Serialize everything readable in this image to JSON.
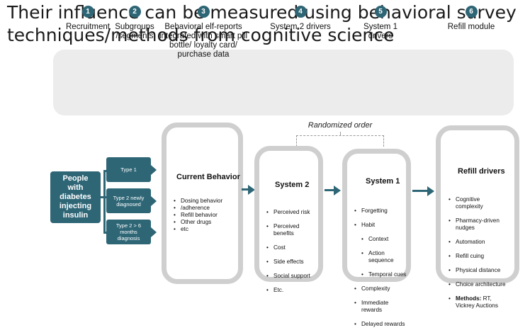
{
  "title": {
    "line1": "Their influence can be measured using behavioral survey",
    "line2": "techniques/methods from cognitive science"
  },
  "steps": [
    {
      "num": "1",
      "label": "Recruitment"
    },
    {
      "num": "2",
      "label": "Subgroups\n/segments"
    },
    {
      "num": "3",
      "label": "Behavioral elf-reports\nintegrated with smart pill\nbottle/ loyalty card/\npurchase data"
    },
    {
      "num": "4",
      "label": "System 2 drivers"
    },
    {
      "num": "5",
      "label": "System 1\ndrivers"
    },
    {
      "num": "6",
      "label": "Refill module"
    }
  ],
  "people_box": "People\nwith\ndiabetes\ninjecting\ninsulin",
  "types": [
    "Type 1",
    "Type 2 newly\ndiagnosed",
    "Type 2 > 6\nmonths\ndiagnosis"
  ],
  "current_behavior": {
    "title": "Current Behavior",
    "items": [
      "Dosing behavior",
      "/adherence",
      "Refill behavior",
      "Other drugs",
      "etc"
    ]
  },
  "randomized_label": "Randomized order",
  "system2": {
    "title": "System 2",
    "items": [
      "Perceived risk",
      "Perceived\nbenefits",
      "Cost",
      "Side effects",
      "Social support",
      "Etc."
    ]
  },
  "system1": {
    "title": "System 1",
    "items": [
      {
        "text": "Forgetting",
        "level": 1
      },
      {
        "text": "Habit",
        "level": 1
      },
      {
        "text": "Context",
        "level": 2
      },
      {
        "text": "Action\nsequence",
        "level": 2
      },
      {
        "text": "Temporal cues",
        "level": 2
      },
      {
        "text": "Complexity",
        "level": 1
      },
      {
        "text": "Immediate\nrewards",
        "level": 1
      },
      {
        "text": "Delayed rewards",
        "level": 1
      }
    ]
  },
  "refill": {
    "title": "Refill drivers",
    "items": [
      "Cognitive\ncomplexity",
      "Pharmacy-driven\nnudges",
      "Automation",
      "Refill cuing",
      "Physical distance",
      "Choice architecture"
    ],
    "methods_lead": "Methods:",
    "methods_rest": " RT,\nVickrey Auctions"
  },
  "colors": {
    "accent": "#2e6676",
    "frame": "#cfcfcf",
    "panel": "#ececec"
  }
}
